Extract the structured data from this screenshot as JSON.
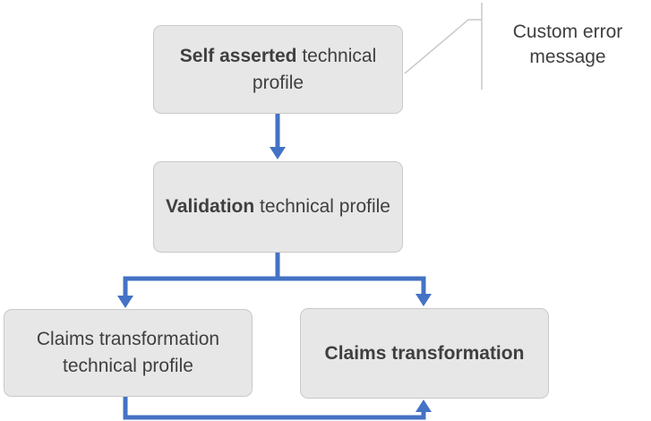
{
  "colors": {
    "arrow": "#4472C4",
    "box_fill": "#E8E7E7",
    "box_border": "#C9C9C9",
    "text": "#3F3F3F",
    "callout_line": "#CBC9C9"
  },
  "nodes": {
    "self_asserted": {
      "bold": "Self asserted",
      "rest": " technical profile"
    },
    "validation": {
      "bold": "Validation",
      "rest": " technical profile"
    },
    "claims_tp": {
      "bold": "",
      "rest": "Claims transformation technical profile"
    },
    "claims": {
      "bold": "Claims transformation",
      "rest": ""
    }
  },
  "annotation": {
    "label": "Custom error message"
  }
}
